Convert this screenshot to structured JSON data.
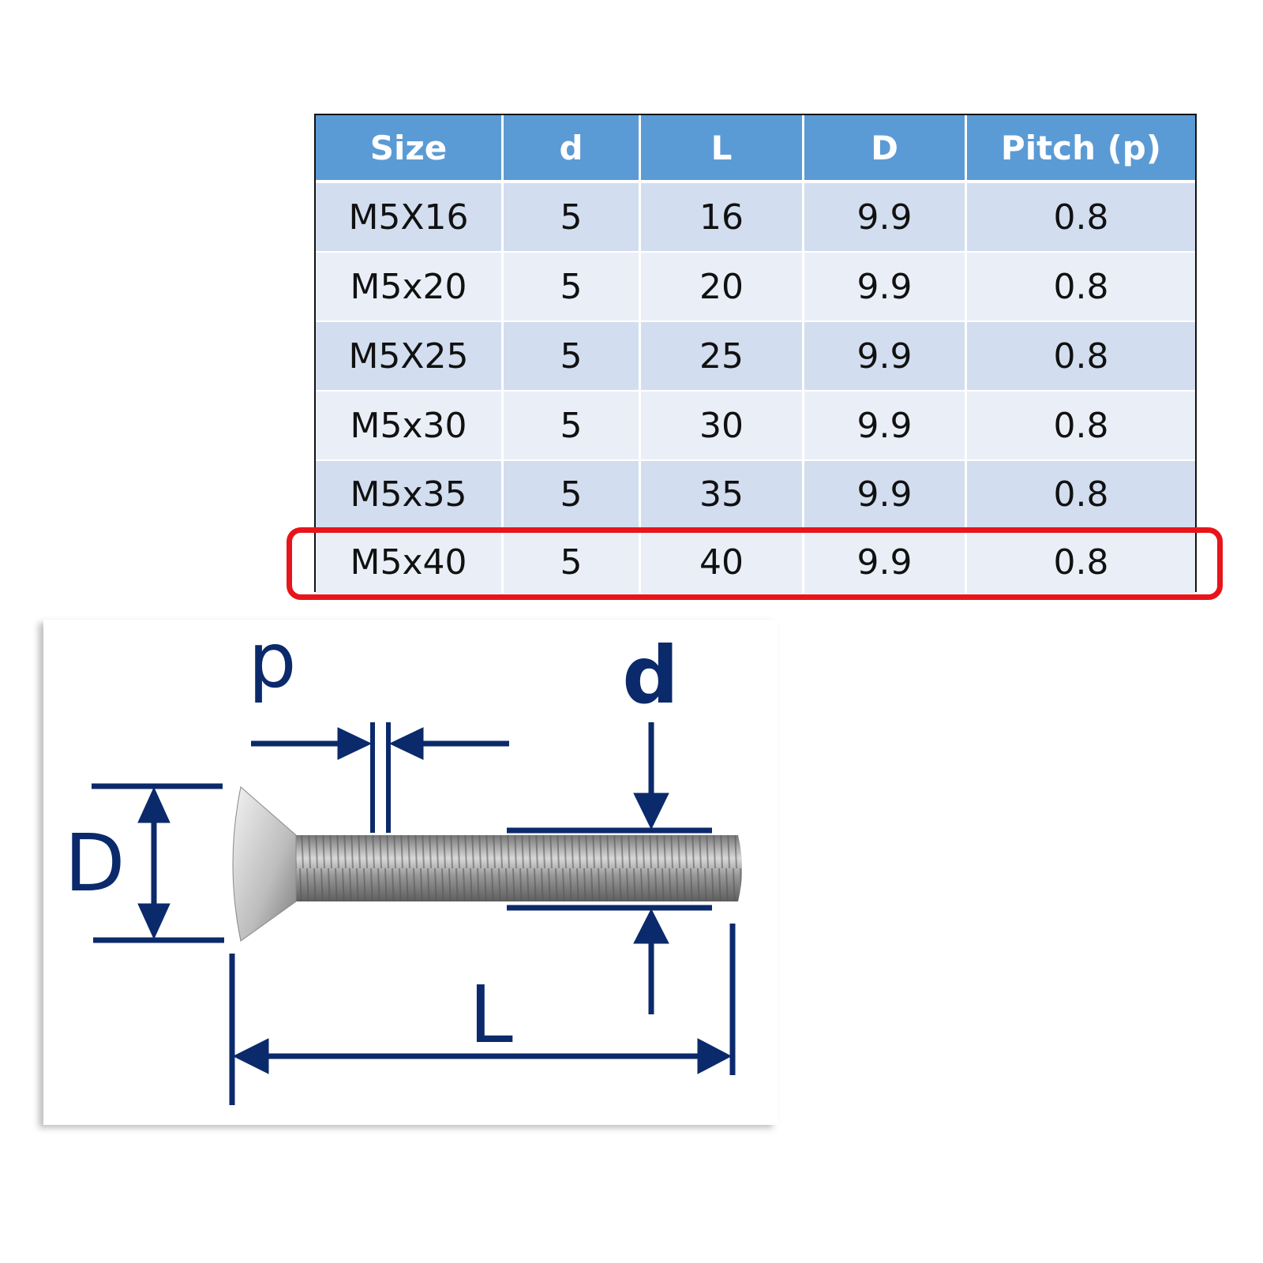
{
  "table": {
    "headers": [
      "Size",
      "d",
      "L",
      "D",
      "Pitch (p)"
    ],
    "rows": [
      [
        "M5X16",
        "5",
        "16",
        "9.9",
        "0.8"
      ],
      [
        "M5x20",
        "5",
        "20",
        "9.9",
        "0.8"
      ],
      [
        "M5X25",
        "5",
        "25",
        "9.9",
        "0.8"
      ],
      [
        "M5x30",
        "5",
        "30",
        "9.9",
        "0.8"
      ],
      [
        "M5x35",
        "5",
        "35",
        "9.9",
        "0.8"
      ],
      [
        "M5x40",
        "5",
        "40",
        "9.9",
        "0.8"
      ]
    ],
    "highlighted_row": 5
  },
  "diagram": {
    "labels": {
      "pitch": "p",
      "thread_diameter": "d",
      "head_diameter": "D",
      "length": "L"
    }
  },
  "colors": {
    "header": "#5b9bd5",
    "highlight": "#e8141b",
    "dimension": "#0b2a6b"
  }
}
